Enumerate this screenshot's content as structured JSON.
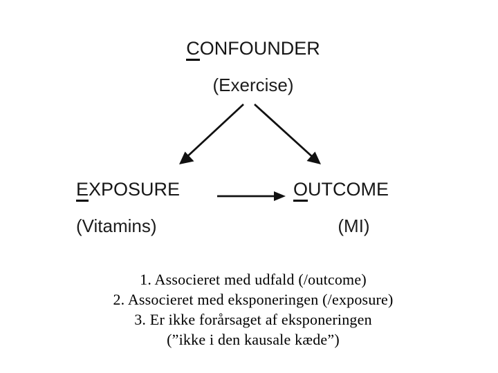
{
  "slide": {
    "background": "#ffffff"
  },
  "diagram": {
    "confounder": {
      "label": "CONFOUNDER",
      "initial": "C",
      "rest": "ONFOUNDER",
      "sublabel": "(Exercise)"
    },
    "exposure": {
      "label": "EXPOSURE",
      "initial": "E",
      "rest": "XPOSURE",
      "sublabel": "(Vitamins)"
    },
    "outcome": {
      "label": "OUTCOME",
      "initial": "O",
      "rest": "UTCOME",
      "sublabel": "(MI)"
    },
    "arrows": [
      {
        "from": "confounder",
        "to": "exposure"
      },
      {
        "from": "confounder",
        "to": "outcome"
      },
      {
        "from": "exposure",
        "to": "outcome"
      }
    ]
  },
  "notes": {
    "lines": [
      "1. Associeret med udfald (/outcome)",
      "2. Associeret med eksponeringen (/exposure)",
      "3. Er ikke forårsaget af eksponeringen",
      "(”ikke i den kausale kæde”)"
    ]
  },
  "colors": {
    "text": "#161616",
    "arrow": "#111111",
    "background": "#ffffff"
  }
}
